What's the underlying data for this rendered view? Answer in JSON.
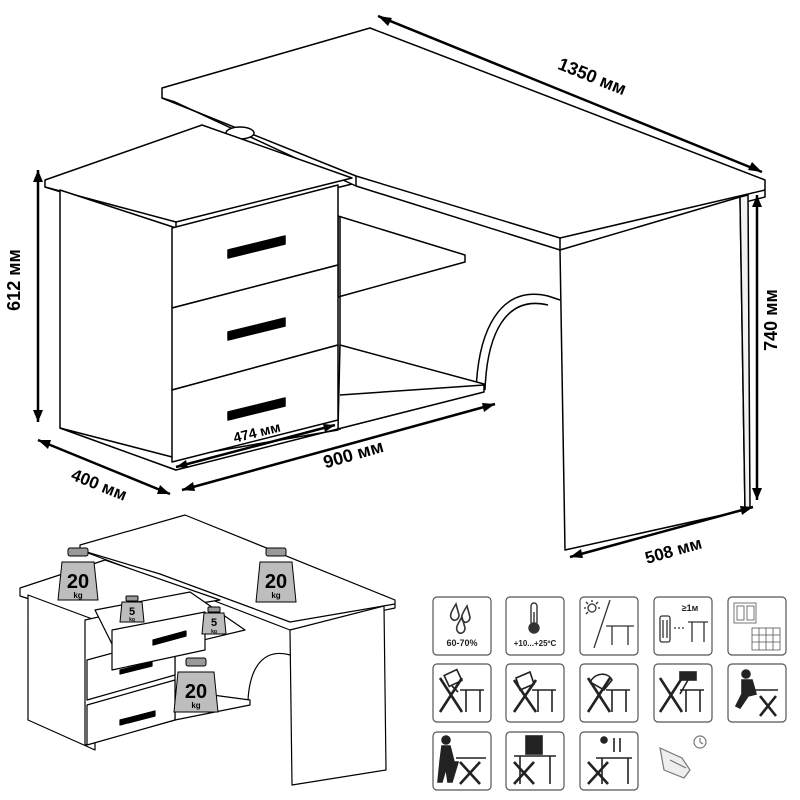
{
  "dimensions": {
    "width_total": "1350 мм",
    "height_desk": "740 мм",
    "height_cabinet": "612 мм",
    "depth_cabinet": "400 мм",
    "length_cabinet": "900 мм",
    "drawer_width": "474 мм",
    "depth_desk": "508 мм"
  },
  "loads": {
    "top_left": {
      "value": "20",
      "unit": "kg"
    },
    "top_right": {
      "value": "20",
      "unit": "kg"
    },
    "drawer": {
      "value": "5",
      "unit": "kg"
    },
    "shelf": {
      "value": "5",
      "unit": "kg"
    },
    "lower": {
      "value": "20",
      "unit": "kg"
    }
  },
  "care_icons": {
    "humidity": {
      "icon": "humidity-drops-icon",
      "label": "60-70%"
    },
    "temperature": {
      "icon": "thermometer-icon",
      "label": "+10...+25ºC"
    },
    "sun": {
      "icon": "no-direct-sun-icon"
    },
    "distance": {
      "icon": "heater-distance-icon",
      "label": "≥1м"
    },
    "pc_cabinet": {
      "icon": "assembly-hardware-icon"
    },
    "no_liquid": {
      "icon": "no-liquid-icon"
    },
    "no_chemicals": {
      "icon": "no-chemicals-icon"
    },
    "no_cloth": {
      "icon": "no-wet-cloth-icon"
    },
    "no_hammer": {
      "icon": "no-impact-icon"
    },
    "no_sitting": {
      "icon": "no-sitting-icon"
    },
    "no_standing": {
      "icon": "no-standing-icon"
    },
    "no_leaning": {
      "icon": "no-hanging-icon"
    },
    "no_stacking": {
      "icon": "no-climbing-icon"
    },
    "periodic_check": {
      "icon": "tighten-screws-icon"
    }
  }
}
